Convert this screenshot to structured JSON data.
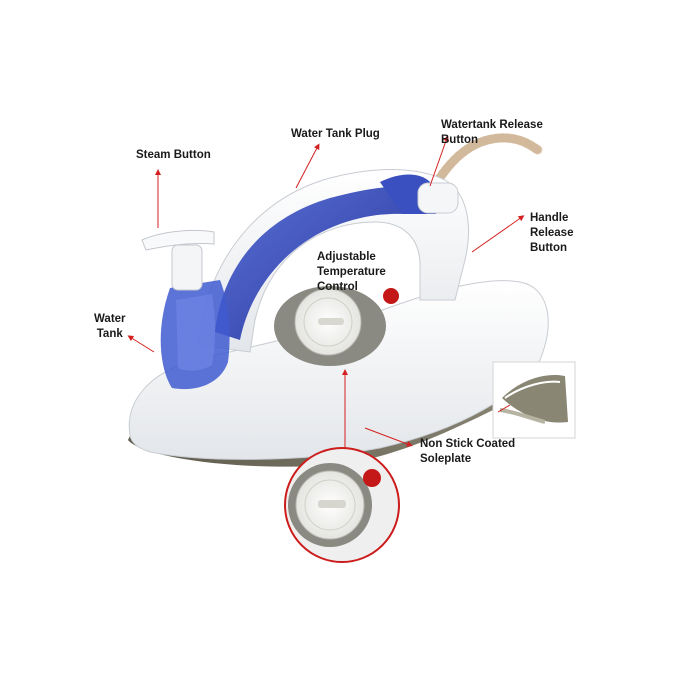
{
  "labels": {
    "steam_button": [
      "Steam Button"
    ],
    "water_tank_plug": [
      "Water Tank Plug"
    ],
    "watertank_release_button": [
      "Watertank Release",
      "Button"
    ],
    "handle_release_button": [
      "Handle",
      "Release",
      "Button"
    ],
    "adjustable_temperature_control": [
      "Adjustable",
      "Temperature",
      "Control"
    ],
    "water_tank": [
      "Water",
      "Tank"
    ],
    "non_stick_coated_soleplate": [
      "Non Stick Coated",
      "Soleplate"
    ]
  },
  "colors": {
    "body": "#f4f5f7",
    "blue": "#3346b0",
    "soleplate": "#6e6a5c",
    "dial_ring": "#8a8a82",
    "indicator": "#c41818",
    "arrow": "#d42020",
    "callout_border": "#cc1c1c"
  }
}
